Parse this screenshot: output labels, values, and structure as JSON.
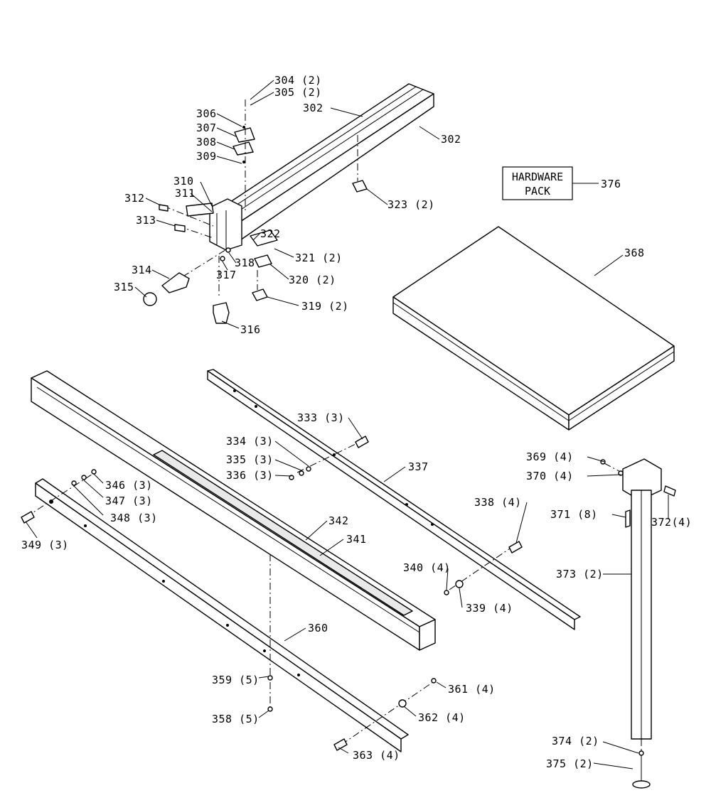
{
  "diagram": {
    "hardware_pack": {
      "line1": "HARDWARE",
      "line2": "PACK",
      "ref": "376"
    },
    "labels": {
      "l302a": "302",
      "l302b": "302",
      "l304": "304 (2)",
      "l305": "305 (2)",
      "l306": "306",
      "l307": "307",
      "l308": "308",
      "l309": "309",
      "l310": "310",
      "l311": "311",
      "l312": "312",
      "l313": "313",
      "l314": "314",
      "l315": "315",
      "l316": "316",
      "l317": "317",
      "l318": "318",
      "l319": "319 (2)",
      "l320": "320 (2)",
      "l321": "321 (2)",
      "l322": "322",
      "l323": "323 (2)",
      "l333": "333 (3)",
      "l334": "334 (3)",
      "l335": "335 (3)",
      "l336": "336 (3)",
      "l337": "337",
      "l338": "338 (4)",
      "l339": "339 (4)",
      "l340": "340 (4)",
      "l341": "341",
      "l342": "342",
      "l346": "346 (3)",
      "l347": "347 (3)",
      "l348": "348 (3)",
      "l349": "349 (3)",
      "l358": "358 (5)",
      "l359": "359 (5)",
      "l360": "360",
      "l361": "361 (4)",
      "l362": "362 (4)",
      "l363": "363 (4)",
      "l368": "368",
      "l369": "369 (4)",
      "l370": "370 (4)",
      "l371": "371 (8)",
      "l372": "372(4)",
      "l373": "373 (2)",
      "l374": "374 (2)",
      "l375": "375 (2)"
    }
  }
}
